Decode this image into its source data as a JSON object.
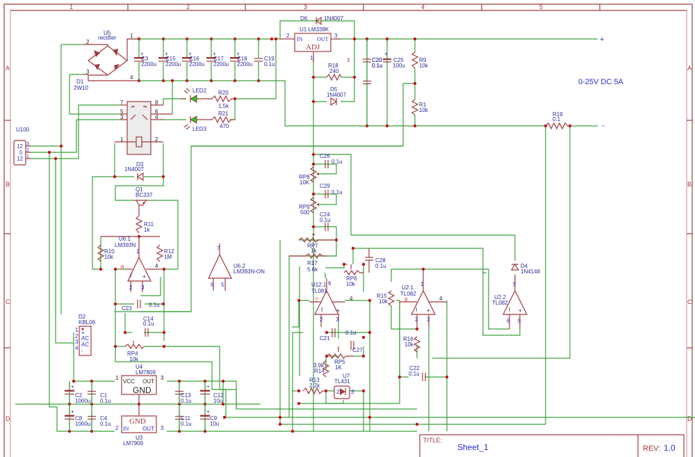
{
  "sheet": {
    "columns": [
      "1",
      "2",
      "3",
      "4",
      "5"
    ],
    "rows": [
      "A",
      "B",
      "C",
      "D"
    ],
    "title_label": "TITLE:",
    "title": "Sheet_1",
    "rev_label": "REV:",
    "rev": "1.0",
    "annotation": "0-25V DC 5A",
    "output_plus": "+",
    "output_minus": "-"
  },
  "colors": {
    "wire": "#3aa03a",
    "component": "#a0383c",
    "junction": "#c8101c",
    "label": "#2b2b9c"
  },
  "components": {
    "U5": {
      "ref": "U5",
      "value": "rectifier"
    },
    "D1": {
      "ref": "D1",
      "value": "2W10"
    },
    "C3": {
      "ref": "C3",
      "value": "2200u"
    },
    "C15": {
      "ref": "C15",
      "value": "2200u"
    },
    "C16": {
      "ref": "C16",
      "value": "2200u"
    },
    "C17": {
      "ref": "C17",
      "value": "2200u"
    },
    "C18": {
      "ref": "C18",
      "value": "2200u"
    },
    "C19": {
      "ref": "C19",
      "value": "0.1u"
    },
    "D6": {
      "ref": "D6",
      "value": "1N4007"
    },
    "U1": {
      "ref": "U1 LM338K",
      "pin_in": "IN",
      "pin_out": "OUT",
      "pin_adj": "ADJ"
    },
    "R18": {
      "ref": "R18",
      "value": "240"
    },
    "D5": {
      "ref": "D5",
      "value": "1N4007"
    },
    "C20": {
      "ref": "C20",
      "value": "0.1u"
    },
    "C25": {
      "ref": "C25",
      "value": "100u"
    },
    "R9": {
      "ref": "R9",
      "value": "10k"
    },
    "R1": {
      "ref": "R1",
      "value": "10k"
    },
    "R19": {
      "ref": "R19",
      "value": "0.1"
    },
    "LED2": {
      "ref": "LED2"
    },
    "LED3": {
      "ref": "LED3"
    },
    "R20": {
      "ref": "R20",
      "value": "1,5k"
    },
    "R21": {
      "ref": "R21",
      "value": "470"
    },
    "U100": {
      "ref": "U100",
      "pins": [
        "12",
        "0",
        "12"
      ]
    },
    "D3": {
      "ref": "D3",
      "value": "1N4007"
    },
    "Q1": {
      "ref": "Q1",
      "value": "BC337"
    },
    "R11": {
      "ref": "R11",
      "value": "1k"
    },
    "U6_1": {
      "ref": "U6.1",
      "value": "LM393N"
    },
    "R10": {
      "ref": "R10",
      "value": "10k"
    },
    "R12": {
      "ref": "R12",
      "value": "1M"
    },
    "U6_2": {
      "ref": "U6.2",
      "value": "LM393N-ON"
    },
    "C23": {
      "ref": "C23",
      "value": "0.1u"
    },
    "C14": {
      "ref": "C14",
      "value": "0.1u"
    },
    "RP4": {
      "ref": "RP4",
      "value": "10k"
    },
    "D2": {
      "ref": "D2",
      "value": "KBL06",
      "pins": [
        "+",
        "AC",
        "AC",
        "-"
      ]
    },
    "U4": {
      "ref": "U4",
      "value": "LM7809",
      "pin_vcc": "VCC",
      "pin_out": "OUT",
      "pin_gnd": "GND"
    },
    "U3": {
      "ref": "U3",
      "value": "LM7909",
      "pin_in": "IN",
      "pin_out": "OUT",
      "pin_gnd": "GND"
    },
    "C2": {
      "ref": "C2",
      "value": "1000u"
    },
    "C1": {
      "ref": "C1",
      "value": "0.1u"
    },
    "C8": {
      "ref": "C8",
      "value": "1000u"
    },
    "C4": {
      "ref": "C4",
      "value": "0.1u"
    },
    "C13": {
      "ref": "C13",
      "value": "0.1u"
    },
    "C11": {
      "ref": "C11",
      "value": "0.1u"
    },
    "C12": {
      "ref": "C12",
      "value": "10u"
    },
    "C9": {
      "ref": "C9",
      "value": "10u"
    },
    "C26": {
      "ref": "C26",
      "value": "0.1u"
    },
    "RP8": {
      "ref": "RP8",
      "value": "10K"
    },
    "C29": {
      "ref": "C29",
      "value": "0.1u"
    },
    "RP9": {
      "ref": "RP9",
      "value": "500"
    },
    "C24": {
      "ref": "C24",
      "value": "0.1u"
    },
    "RP7": {
      "ref": "RP7",
      "value": "1k"
    },
    "R17": {
      "ref": "R17",
      "value": "5.6k"
    },
    "C28": {
      "ref": "C28",
      "value": "0.1u"
    },
    "RP6": {
      "ref": "RP6",
      "value": "10k"
    },
    "U12_1": {
      "ref": "U12.1",
      "value": "TL081"
    },
    "C21": {
      "ref": "C21",
      "value": "0.1u"
    },
    "C27": {
      "ref": "C27"
    },
    "RP5": {
      "ref": "RP5",
      "value": "1K"
    },
    "R14": {
      "ref": "R14",
      "value": "3.9k"
    },
    "R13": {
      "ref": "R13",
      "value": "2.2k"
    },
    "U7": {
      "ref": "U7",
      "value": "TL431"
    },
    "U2_1": {
      "ref": "U2.1",
      "value": "TL082"
    },
    "R15": {
      "ref": "R15",
      "value": "10k"
    },
    "R16": {
      "ref": "R16",
      "value": "10k"
    },
    "C22": {
      "ref": "C22",
      "value": "0.1u"
    },
    "U2_2": {
      "ref": "U2.2",
      "value": "TL082"
    },
    "D4": {
      "ref": "D4",
      "value": "1N4148"
    }
  }
}
